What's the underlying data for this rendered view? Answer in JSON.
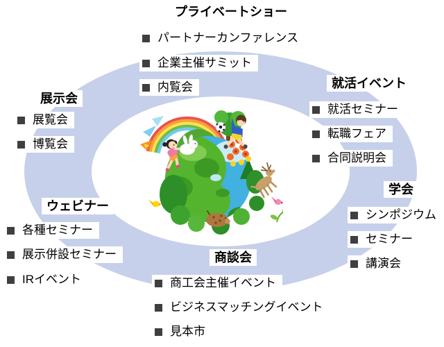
{
  "sections": [
    {
      "id": "private-show",
      "title": "プライベートショー",
      "items": [
        "パートナーカンファレンス",
        "企業主催サミット",
        "内覧会"
      ]
    },
    {
      "id": "exhibition",
      "title": "展示会",
      "items": [
        "展覧会",
        "博覧会"
      ]
    },
    {
      "id": "job-hunting-events",
      "title": "就活イベント",
      "items": [
        "就活セミナー",
        "転職フェア",
        "合同説明会"
      ]
    },
    {
      "id": "academic-conference",
      "title": "学会",
      "items": [
        "シンポジウム",
        "セミナー",
        "講演会"
      ]
    },
    {
      "id": "webinar",
      "title": "ウェビナー",
      "items": [
        "各種セミナー",
        "展示併設セミナー",
        "IRイベント"
      ]
    },
    {
      "id": "business-meeting",
      "title": "商談会",
      "items": [
        "商工会主催イベント",
        "ビジネスマッチングイベント",
        "見本市"
      ]
    }
  ],
  "colors": {
    "ring": "#c6d0ea",
    "bullet": "#3f3f3f",
    "background": "#ffffff",
    "text": "#000000"
  },
  "center_illustration": "earth-with-children-and-animals"
}
